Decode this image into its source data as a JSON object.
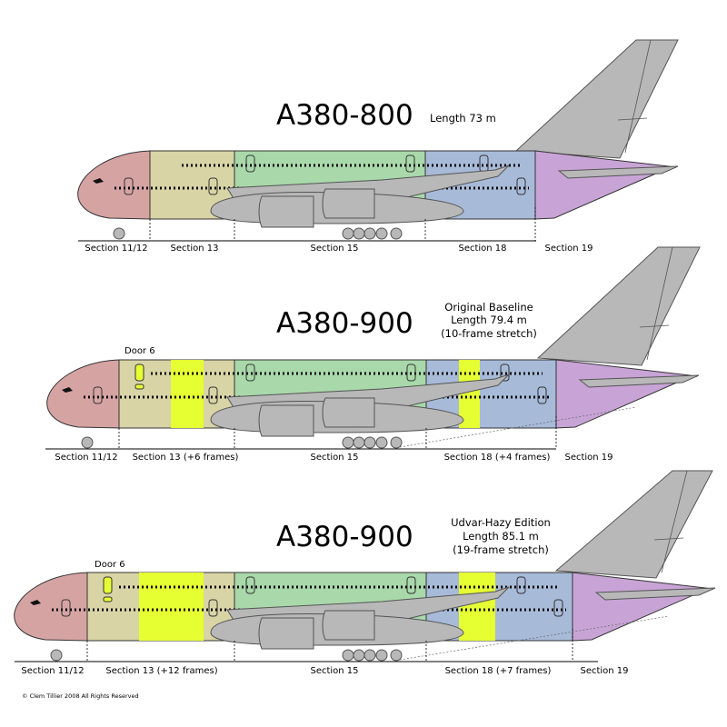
{
  "copyright": "© Clem Tillier 2008 All Rights Reserved",
  "colors": {
    "nose": "#d6a3a3",
    "section13": "#d8d4a6",
    "section15": "#a9d8aa",
    "section18": "#a7bad8",
    "section19": "#c8a4d6",
    "stretch": "#e6ff33",
    "gray": "#b8b8b8",
    "outline": "#333333"
  },
  "aircraft": [
    {
      "title": "A380-800",
      "note": [
        "Length 73 m"
      ],
      "door_label": "",
      "sections": [
        "Section 11/12",
        "Section 13",
        "Section 15",
        "Section 18",
        "Section 19"
      ]
    },
    {
      "title": "A380-900",
      "note": [
        "Original Baseline",
        "Length 79.4 m",
        "(10-frame stretch)"
      ],
      "door_label": "Door 6",
      "sections": [
        "Section 11/12",
        "Section 13 (+6 frames)",
        "Section 15",
        "Section 18 (+4 frames)",
        "Section 19"
      ]
    },
    {
      "title": "A380-900",
      "note": [
        "Udvar-Hazy Edition",
        "Length 85.1 m",
        "(19-frame stretch)"
      ],
      "door_label": "Door 6",
      "sections": [
        "Section 11/12",
        "Section 13 (+12 frames)",
        "Section 15",
        "Section 18 (+7 frames)",
        "Section 19"
      ]
    }
  ]
}
